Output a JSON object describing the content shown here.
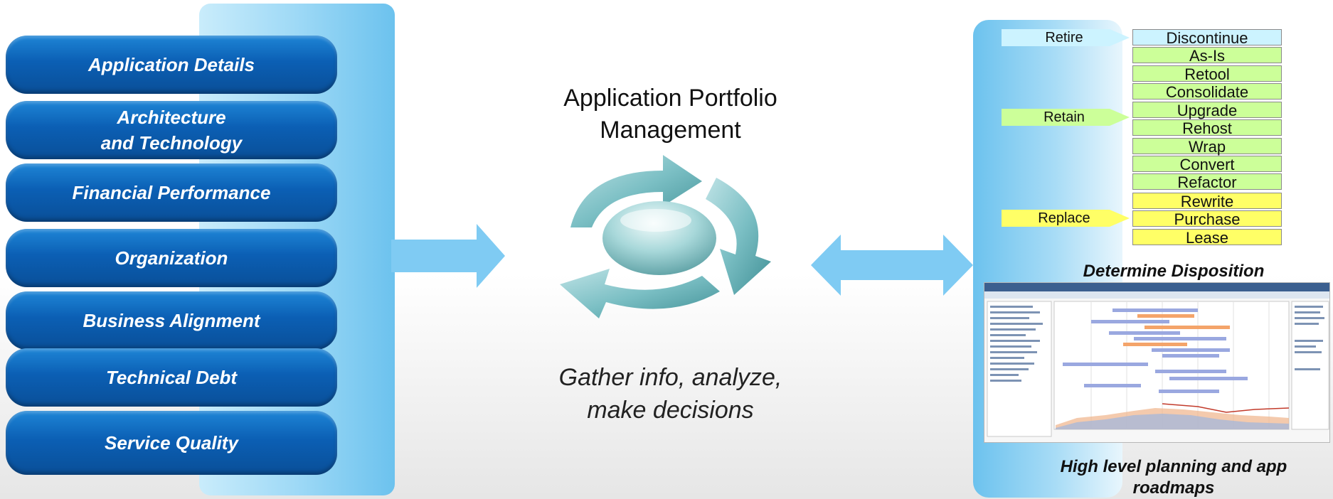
{
  "left": {
    "items": [
      "Application Details",
      "Architecture and Technology",
      "Financial Performance",
      "Organization",
      "Business Alignment",
      "Technical Debt",
      "Service Quality"
    ],
    "item_line1": [
      "Application Details",
      "Architecture",
      "Financial Performance",
      "Organization",
      "Business Alignment",
      "Technical Debt",
      "Service Quality"
    ],
    "item_line2": [
      "",
      "and Technology",
      "",
      "",
      "",
      "",
      ""
    ]
  },
  "center": {
    "title_line1": "Application Portfolio",
    "title_line2": "Management",
    "caption_line1": "Gather info, analyze,",
    "caption_line2": "make decisions"
  },
  "right": {
    "categories": [
      "Retire",
      "Retain",
      "Replace"
    ],
    "options": [
      "Discontinue",
      "As-Is",
      "Retool",
      "Consolidate",
      "Upgrade",
      "Rehost",
      "Wrap",
      "Convert",
      "Refactor",
      "Rewrite",
      "Purchase",
      "Lease"
    ],
    "disposition_label": "Determine Disposition",
    "roadmap_label_line1": "High level planning and app",
    "roadmap_label_line2": "roadmaps"
  },
  "colors": {
    "pill_blue": "#0b5fb4",
    "panel_light_blue": "#9ed9f6",
    "retire_cyan": "#ccf3ff",
    "retain_green": "#ccff99",
    "replace_yellow": "#ffff66"
  }
}
